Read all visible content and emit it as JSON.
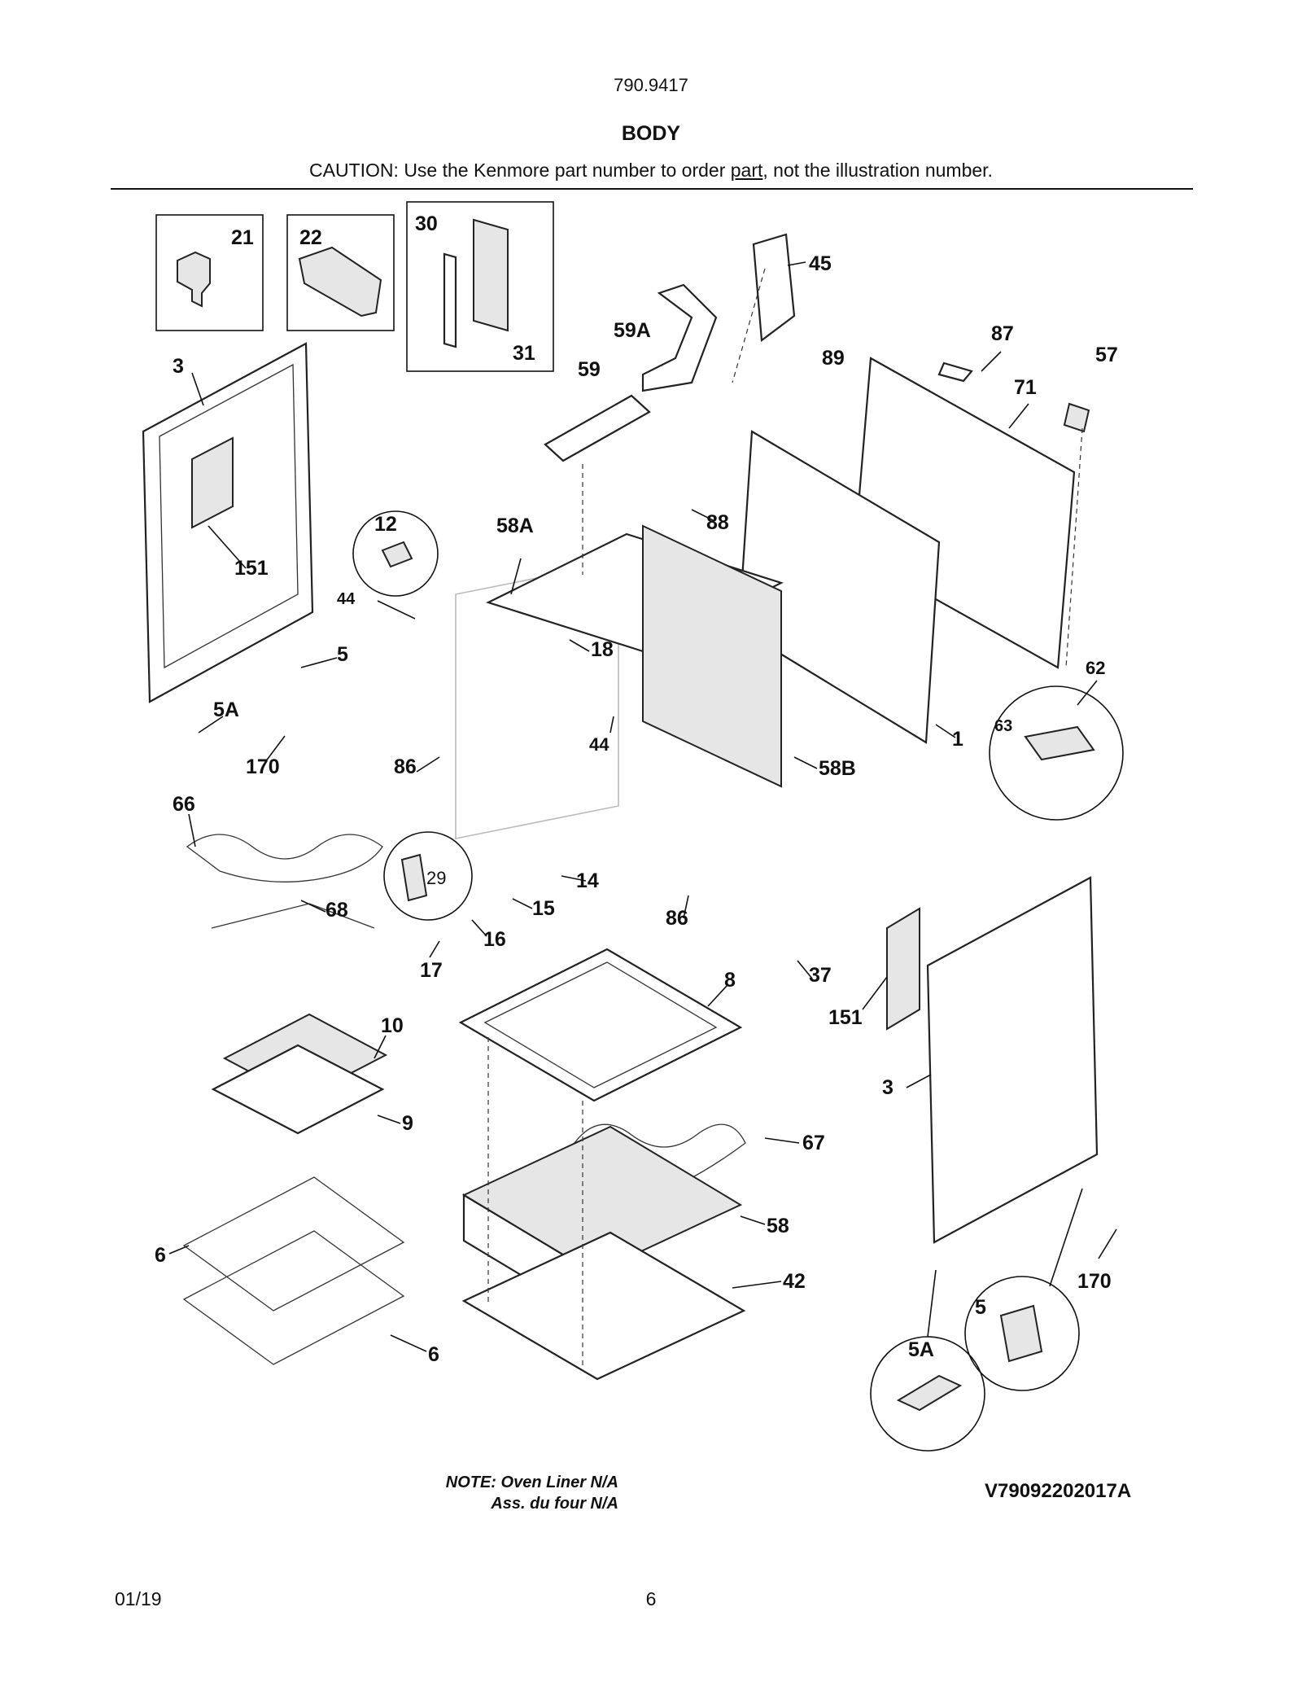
{
  "header": {
    "model_number": "790.9417",
    "title": "BODY",
    "caution_prefix": "CAUTION: Use the Kenmore part number to order ",
    "caution_link": "part",
    "caution_suffix": ", not the illustration number."
  },
  "callouts": {
    "c21": "21",
    "c22": "22",
    "c30": "30",
    "c31": "31",
    "c45": "45",
    "c59A": "59A",
    "c59": "59",
    "c3_left": "3",
    "c87": "87",
    "c57": "57",
    "c89": "89",
    "c71": "71",
    "c88": "88",
    "c12": "12",
    "c58A": "58A",
    "c151_left": "151",
    "c44_left": "44",
    "c18": "18",
    "c5_left": "5",
    "c62": "62",
    "c5A_left": "5A",
    "c63": "63",
    "c1": "1",
    "c170_left": "170",
    "c86_left": "86",
    "c44_mid": "44",
    "c58B": "58B",
    "c66": "66",
    "c29": "29",
    "c14": "14",
    "c15": "15",
    "c68": "68",
    "c16": "16",
    "c86_right": "86",
    "c17": "17",
    "c37": "37",
    "c8": "8",
    "c151_right": "151",
    "c10": "10",
    "c3_right": "3",
    "c9": "9",
    "c67": "67",
    "c58": "58",
    "c6_upper": "6",
    "c42": "42",
    "c170_right": "170",
    "c5_right": "5",
    "c6_lower": "6",
    "c5A_right": "5A"
  },
  "footer": {
    "note_line1": "NOTE: Oven Liner N/A",
    "note_line2": "Ass. du four N/A",
    "drawing_code": "V79092202017A",
    "date": "01/19",
    "page_number": "6"
  }
}
